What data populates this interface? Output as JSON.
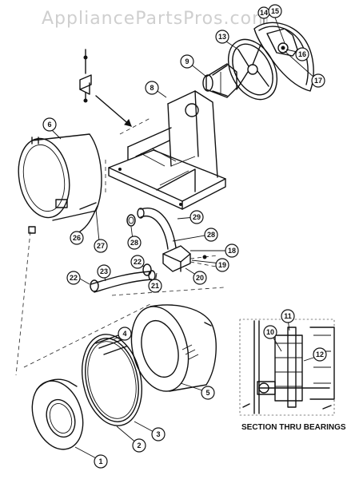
{
  "watermark": "AppliancePartsPros.com",
  "section_caption": "SECTION THRU BEARINGS",
  "callouts": [
    "1",
    "2",
    "3",
    "4",
    "5",
    "6",
    "8",
    "9",
    "10",
    "11",
    "12",
    "13",
    "14",
    "15",
    "16",
    "17",
    "18",
    "19",
    "20",
    "21",
    "22",
    "22",
    "23",
    "26",
    "27",
    "28",
    "28",
    "29"
  ]
}
